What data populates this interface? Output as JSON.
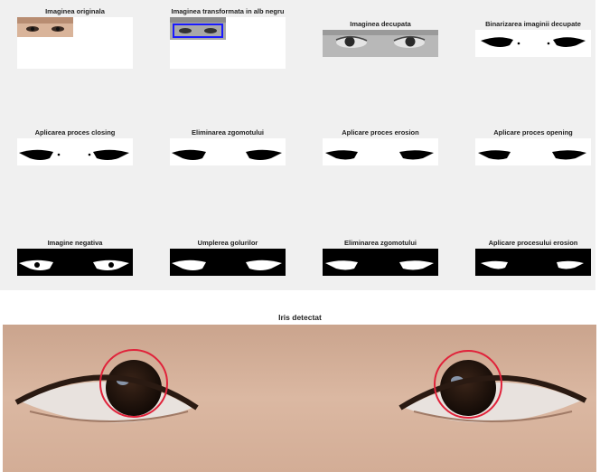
{
  "top_panel": {
    "captions": [
      "Imaginea originala",
      "Imaginea transformata in alb negru",
      "Imaginea decupata",
      "Binarizarea imaginii decupate",
      "Aplicarea proces closing",
      "Eliminarea zgomotului",
      "Aplicare proces erosion",
      "Aplicare proces opening",
      "Imagine negativa",
      "Umplerea golurilor",
      "Eliminarea zgomotului",
      "Aplicare procesului erosion"
    ]
  },
  "bottom_panel": {
    "title": "Iris detectat",
    "circle_color": "#e0223a",
    "box_color": "#1a1aff"
  }
}
